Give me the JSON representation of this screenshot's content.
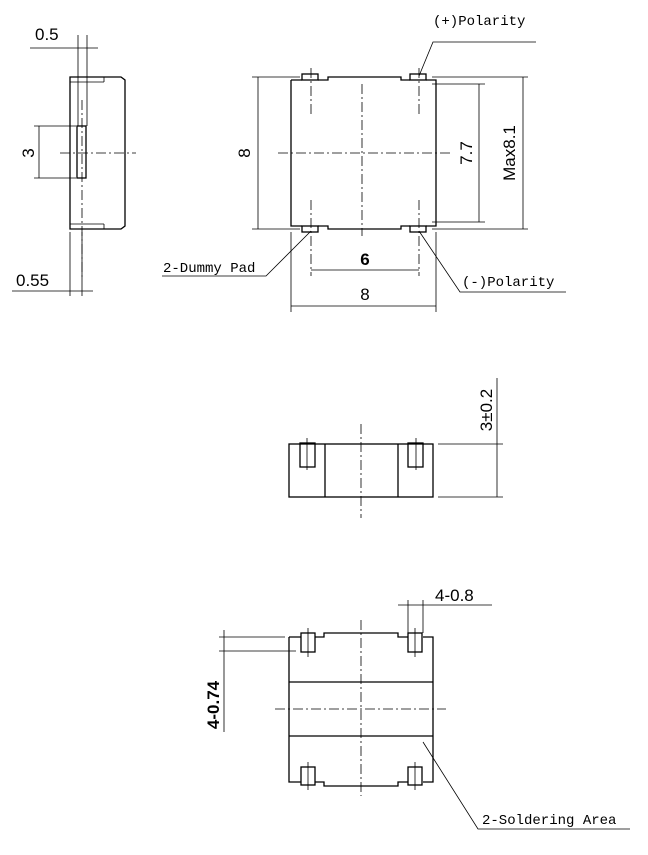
{
  "side_view": {
    "dim_top": "0.5",
    "dim_height": "3",
    "dim_bottom": "0.55"
  },
  "top_view": {
    "dim_height_left": "8",
    "dim_inner_height": "7.7",
    "dim_max_height": "Max8.1",
    "dim_pad_pitch": "6",
    "dim_width": "8",
    "label_plus": "(+)Polarity",
    "label_minus": "(-)Polarity",
    "label_dummy": "2-Dummy Pad"
  },
  "front_view": {
    "dim_height": "3±0.2"
  },
  "footprint_view": {
    "dim_pad_width": "4-0.8",
    "dim_pad_length": "4-0.74",
    "label_soldering": "2-Soldering Area"
  }
}
